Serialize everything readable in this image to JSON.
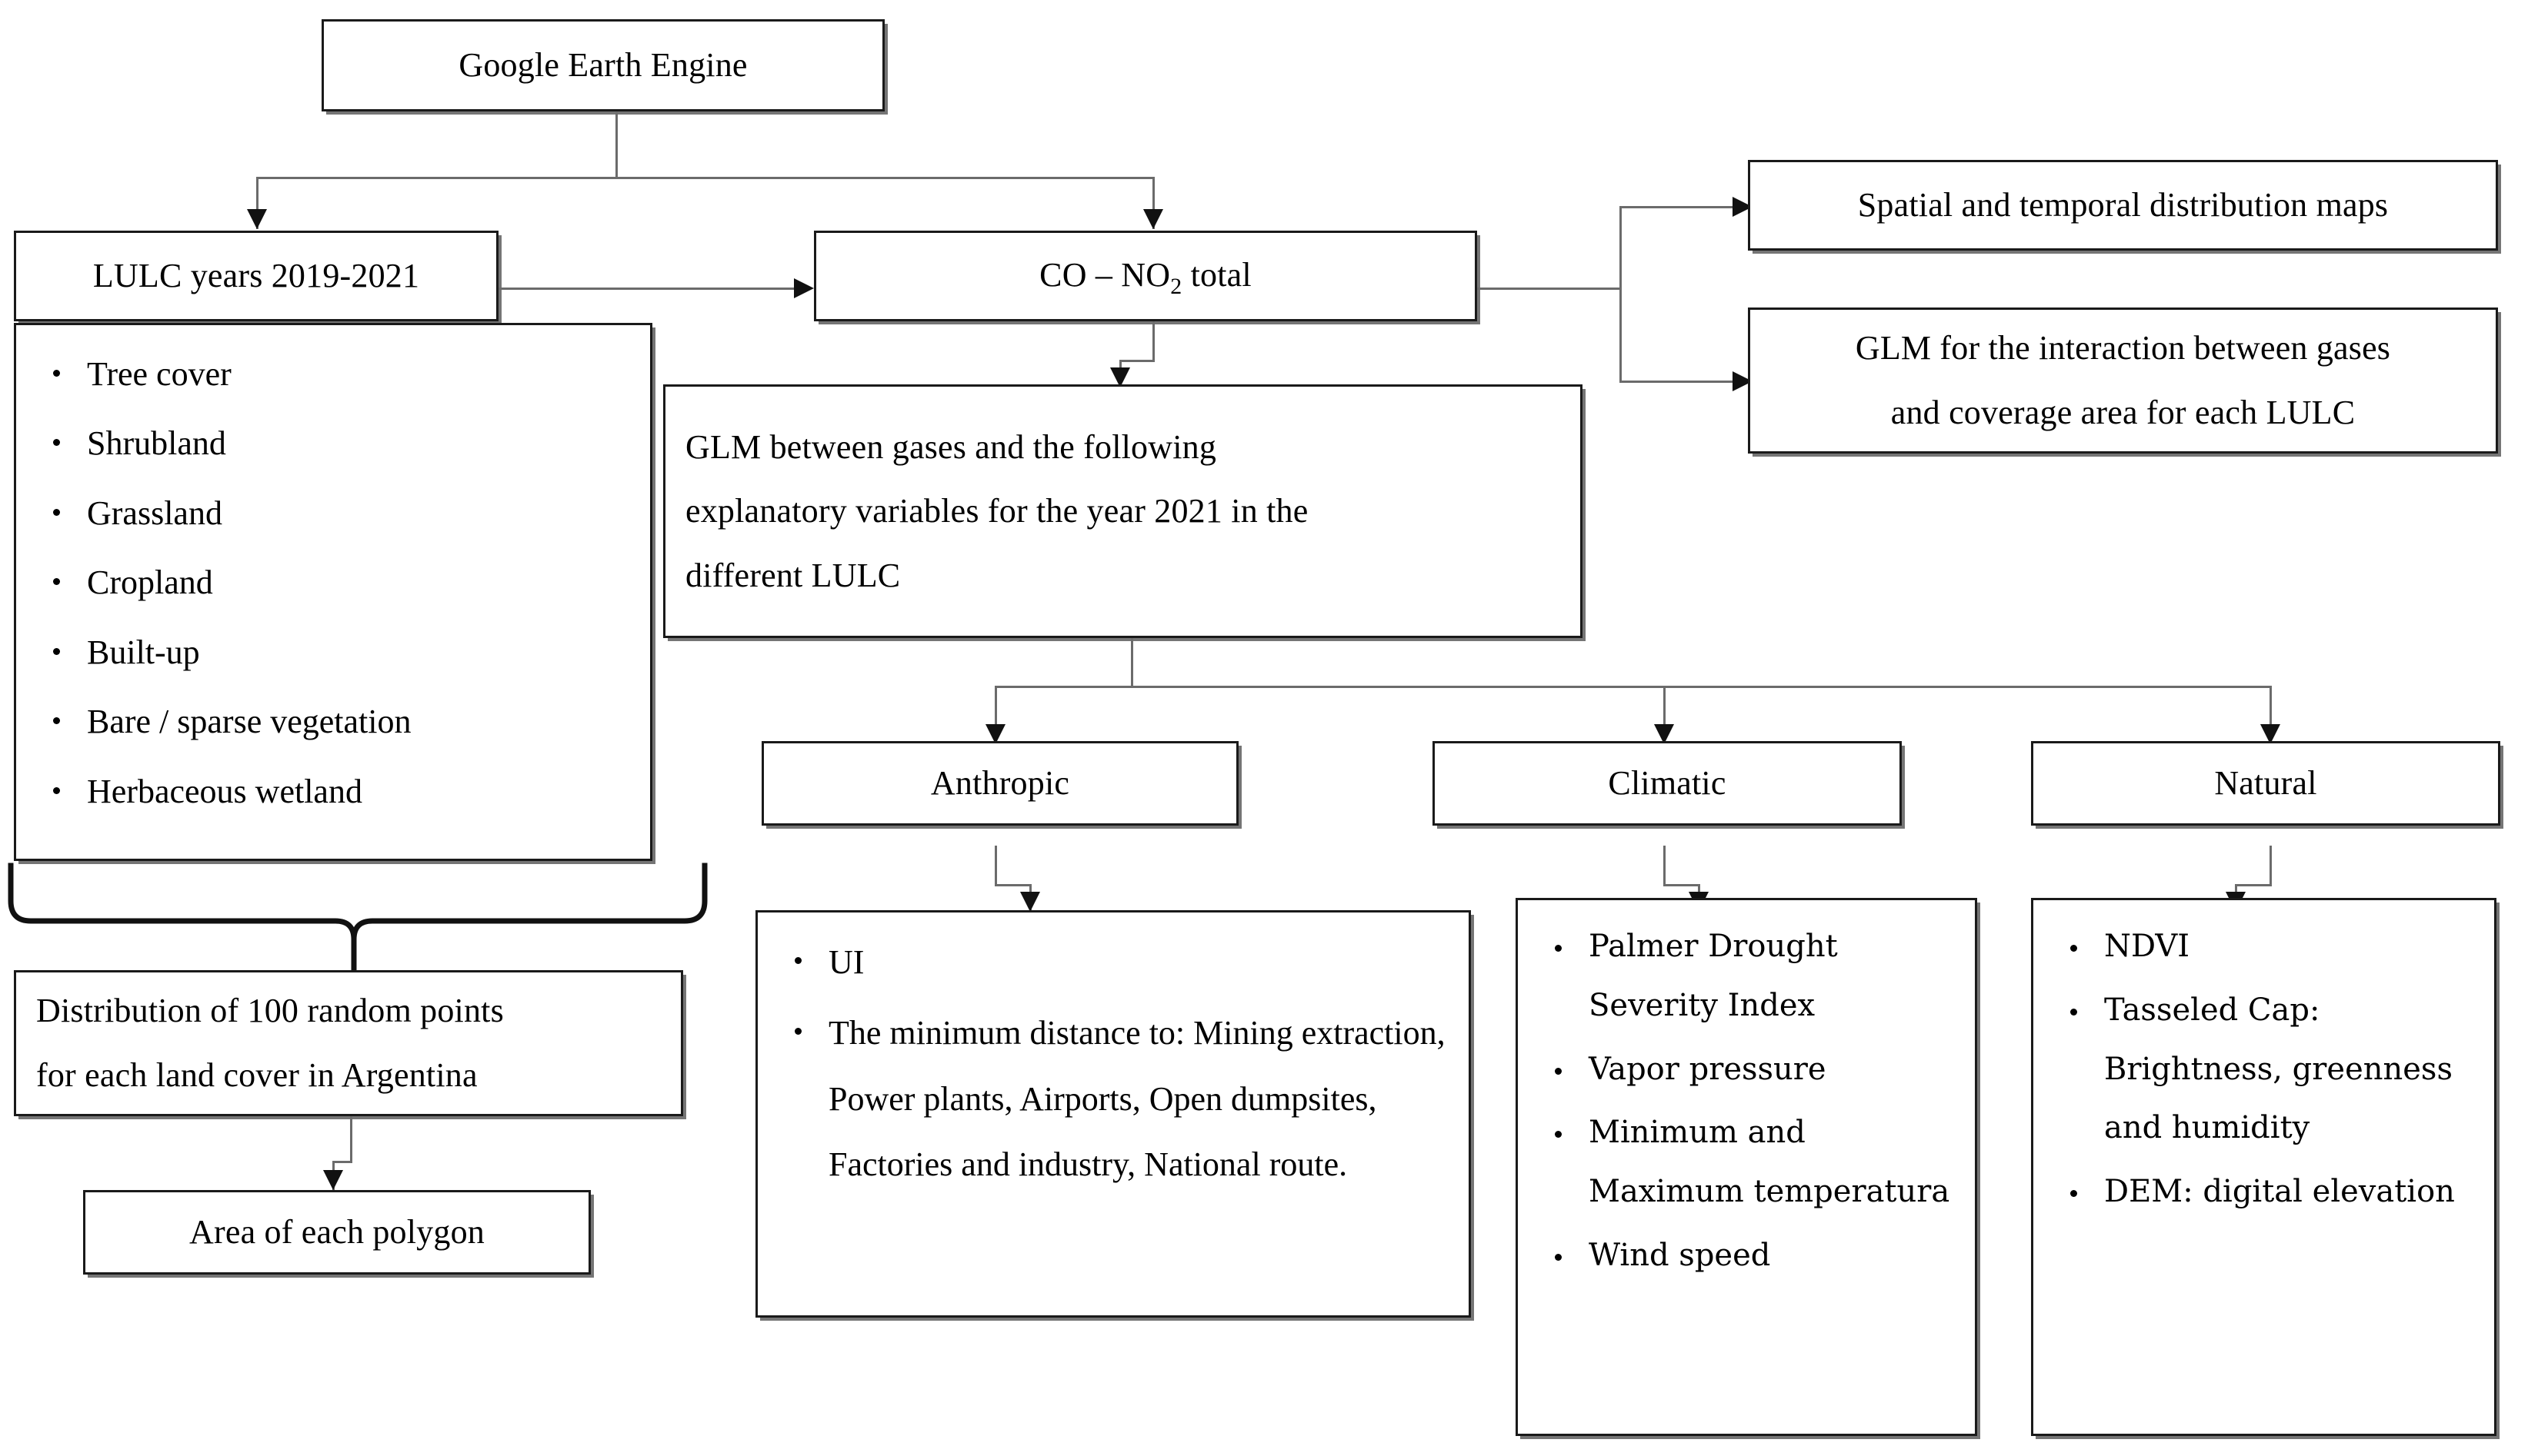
{
  "diagram": {
    "title": "Methodology flowchart",
    "nodes": {
      "gee": "Google Earth Engine",
      "lulc_years": "LULC years 2019-2021",
      "gases": "CO –  NO2 total",
      "gases_prefix": "CO –  NO",
      "gases_sub": "2",
      "gases_suffix": " total",
      "spatial_maps": "Spatial and  temporal distribution maps",
      "glm_interaction_line1": "GLM for the  interaction between gases",
      "glm_interaction_line2": "and  coverage area for each LULC",
      "glm_vars_line1": "GLM between gases and  the following",
      "glm_vars_line2": "explanatory variables for the year 2021 in the",
      "glm_vars_line3": "different LULC",
      "distribution_line1": "Distribution of 100 random points",
      "distribution_line2": "for each land cover in Argentina",
      "area_polygon": "Area of each polygon",
      "anthropic": "Anthropic",
      "climatic": "Climatic",
      "natural": "Natural"
    },
    "lulc_classes": [
      "Tree cover",
      "Shrubland",
      "Grassland",
      "Cropland",
      "Built-up",
      "Bare / sparse vegetation",
      "Herbaceous wetland"
    ],
    "anthropic_items": [
      "UI",
      "The minimum distance to:  Mining extraction, Power plants, Airports, Open dumpsites,  Factories and industry,  National route."
    ],
    "climatic_items": [
      "Palmer Drought Severity Index",
      "Vapor pressure",
      "Minimum and Maximum temperatura",
      "Wind speed"
    ],
    "natural_items": [
      "NDVI",
      "Tasseled Cap: Brightness, greenness and humidity",
      "DEM: digital elevation"
    ],
    "colors": {
      "box_border": "#1a1a1a",
      "box_shadow": "#6e6e6e",
      "connector": "#6b6b6b",
      "arrow": "#111111",
      "background": "#ffffff"
    }
  }
}
